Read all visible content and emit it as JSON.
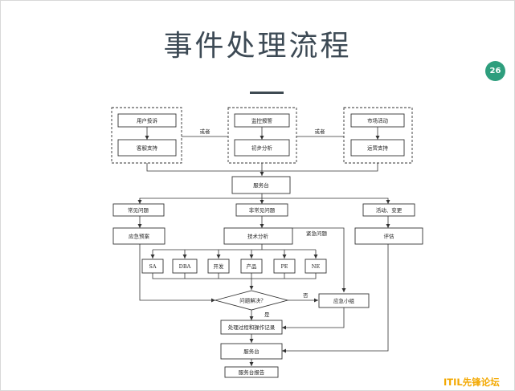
{
  "slide": {
    "title": "事件处理流程",
    "page_number": "26",
    "watermark": "ITIL先锋论坛"
  },
  "flowchart": {
    "sources": {
      "user": {
        "report": "用户投诉",
        "support": "客服支持"
      },
      "monitor": {
        "alarm": "监控报警",
        "analysis": "初步分析"
      },
      "market": {
        "activity": "市场活动",
        "support": "运营支持"
      },
      "or_label_1": "或者",
      "or_label_2": "或者"
    },
    "service_desk": "服务台",
    "branches": {
      "common": "常见问题",
      "uncommon": "非常见问题",
      "activity_change": "活动、变更"
    },
    "emergency_plan": "应急预案",
    "tech_analysis": "技术分析",
    "evaluate": "评估",
    "urgent_label": "紧急问题",
    "teams": [
      "SA",
      "DBA",
      "开发",
      "产品",
      "PE",
      "NE"
    ],
    "decision": "问题解决?",
    "no_label": "否",
    "yes_label": "是",
    "emergency_team": "应急小组",
    "record": "处理过程和操作记录",
    "service_desk_final": "服务台",
    "report": "服务台报告"
  }
}
